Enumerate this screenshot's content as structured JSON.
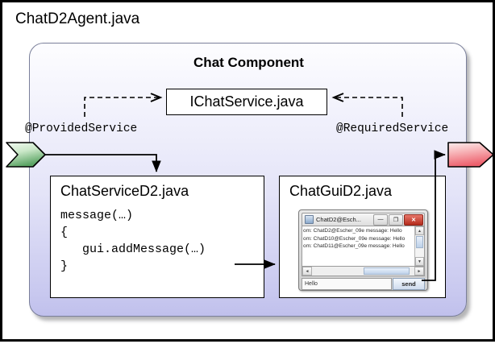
{
  "diagram": {
    "agent_title": "ChatD2Agent.java",
    "component_title": "Chat Component",
    "interface_box": "IChatService.java",
    "annotations": {
      "provided": "@ProvidedService",
      "required": "@RequiredService"
    },
    "colors": {
      "provided_port": "#86c48a",
      "required_port": "#ef7f86",
      "component_fill": "#c8c8ef",
      "border": "#000000"
    }
  },
  "service_box": {
    "title": "ChatServiceD2.java",
    "code": "message(…)\n{\n   gui.addMessage(…)\n}"
  },
  "gui_box": {
    "title": "ChatGuiD2.java",
    "chat_window": {
      "title": "ChatD2@Esch...",
      "buttons": {
        "minimize": "—",
        "maximize": "❐",
        "close": "✕"
      },
      "messages": [
        "om: ChatD2@Escher_09e message: Hello",
        "om: ChatD10@Escher_09e message: Hello",
        "om: ChatD11@Escher_09e message: Hello"
      ],
      "input_value": "Hello",
      "send_label": "send",
      "scroll_arrows": {
        "up": "▲",
        "down": "▼",
        "left": "◄",
        "right": "►"
      }
    }
  }
}
